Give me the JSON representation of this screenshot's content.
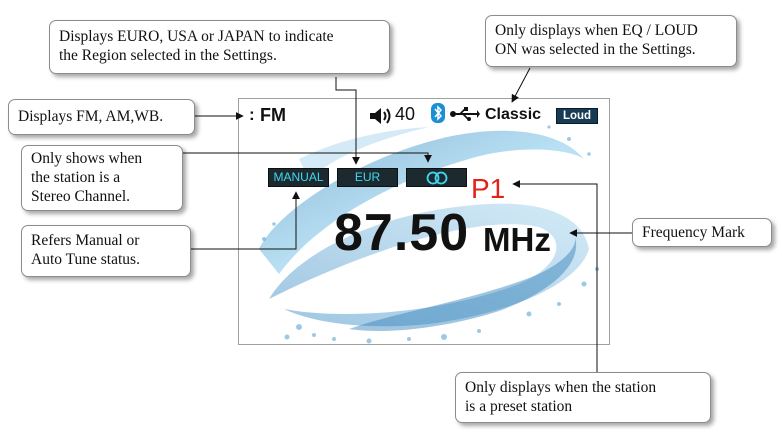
{
  "callouts": {
    "region": [
      "Displays EURO, USA or JAPAN to indicate",
      "the Region selected in the Settings."
    ],
    "eq_loud": [
      "Only displays when EQ / LOUD",
      "ON was selected in the Settings."
    ],
    "band": [
      "Displays FM, AM,WB."
    ],
    "stereo": [
      "Only shows when",
      "the station is a",
      "Stereo Channel."
    ],
    "tune": [
      "Refers Manual or",
      "Auto Tune status."
    ],
    "frequency": [
      "Frequency Mark"
    ],
    "preset": [
      "Only displays when the station",
      "is a preset station"
    ]
  },
  "screen": {
    "band_prefix": ":",
    "band": "FM",
    "volume": "40",
    "eq": "Classic",
    "loud": "Loud",
    "tune_mode": "MANUAL",
    "region": "EUR",
    "preset": "P1",
    "frequency": "87.50",
    "unit": "MHz"
  },
  "colors": {
    "accent_cyan": "#3fd8f3",
    "tag_bg": "#1c2a30",
    "preset_red": "#e2231a",
    "bluetooth_blue": "#1b8fd6",
    "splash_blue": "#5aa9d6"
  },
  "icons": [
    "speaker-icon",
    "bluetooth-icon",
    "usb-icon",
    "stereo-icon"
  ]
}
